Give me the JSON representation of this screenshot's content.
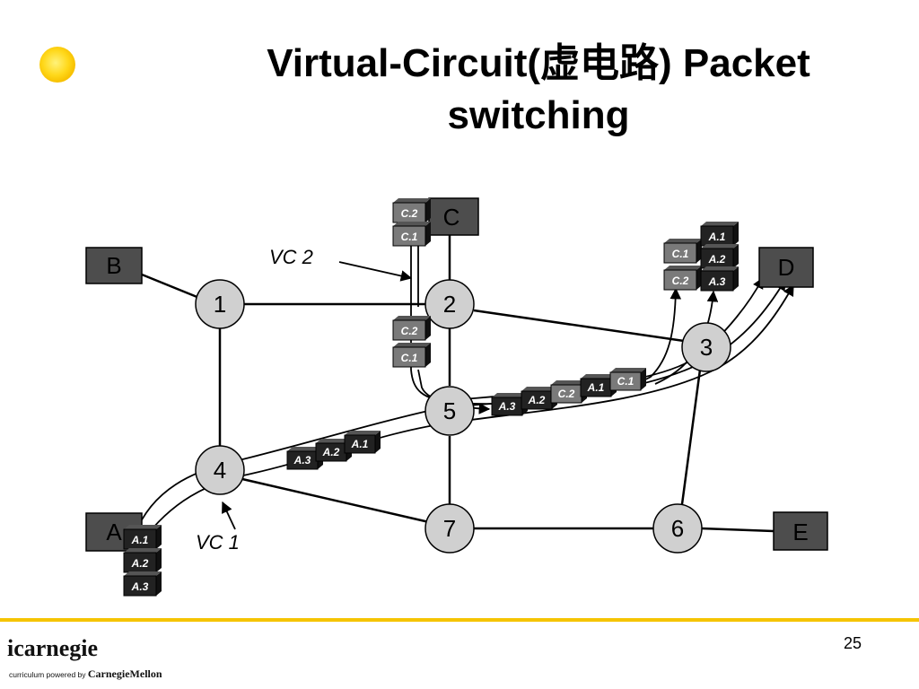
{
  "title": {
    "line1": "Virtual-Circuit(虚电路) Packet",
    "line2": "switching"
  },
  "diagram": {
    "hosts": [
      "A",
      "B",
      "C",
      "D",
      "E"
    ],
    "routers": [
      "1",
      "2",
      "3",
      "4",
      "5",
      "6",
      "7"
    ],
    "vc_labels": {
      "vc1": "VC 1",
      "vc2": "VC 2"
    },
    "packets": {
      "at_A": [
        "A.1",
        "A.2",
        "A.3"
      ],
      "between_4_5": [
        "A.3",
        "A.2",
        "A.1"
      ],
      "between_5_3": [
        "A.3",
        "A.2",
        "C.2",
        "A.1",
        "C.1"
      ],
      "at_C": [
        "C.2",
        "C.1"
      ],
      "below_C": [
        "C.2",
        "C.1"
      ],
      "at_D_C": [
        "C.1",
        "C.2"
      ],
      "at_D_A": [
        "A.1",
        "A.2",
        "A.3"
      ]
    }
  },
  "footer": {
    "page_number": "25",
    "logo_brand": "icarnegie",
    "logo_tag_prefix": "curriculum powered by",
    "logo_tag_org": "CarnegieMellon"
  },
  "colors": {
    "accent": "#f5c400",
    "host_fill": "#4d4d4d",
    "router_fill": "#d0d0d0",
    "packet_dark": "#222222",
    "packet_gray": "#7a7a7a"
  }
}
